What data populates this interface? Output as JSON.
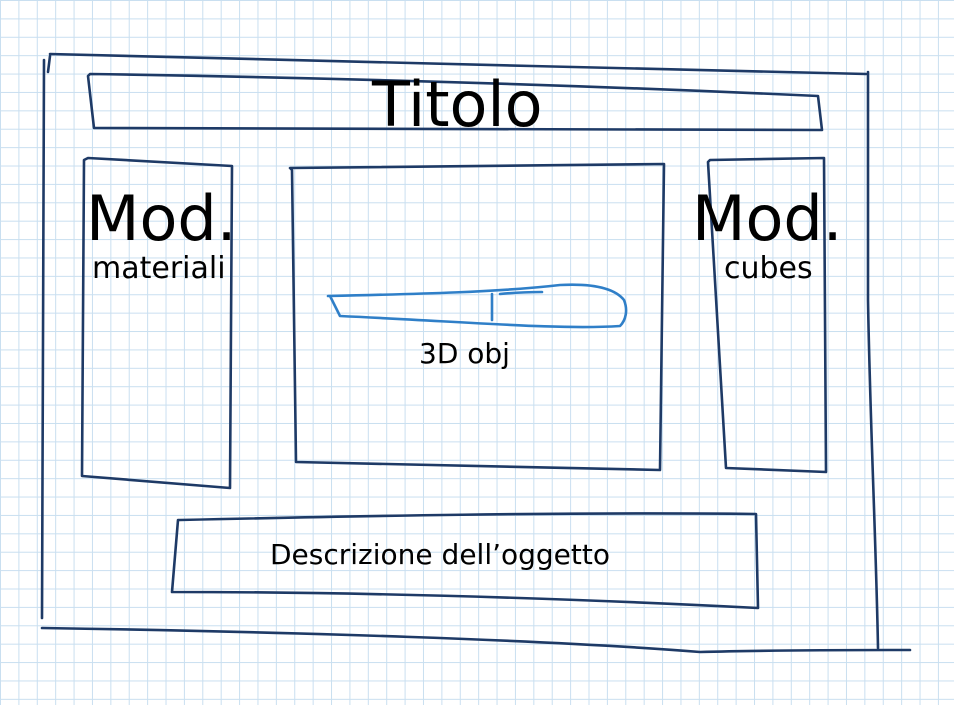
{
  "title": "Titolo",
  "left_panel": {
    "heading": "Mod.",
    "subheading": "materiali"
  },
  "right_panel": {
    "heading": "Mod.",
    "subheading": "cubes"
  },
  "center_panel": {
    "label": "3D obj"
  },
  "description_panel": {
    "label": "Descrizione dell’oggetto"
  },
  "colors": {
    "outline": "#1e3a66",
    "object_sketch": "#2f7fc8",
    "grid": "#c9dff0"
  }
}
